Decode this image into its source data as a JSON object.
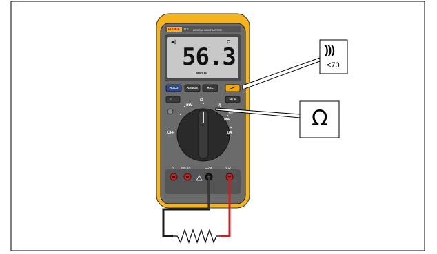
{
  "meter": {
    "brand": "FLUKE",
    "model": "117",
    "model_suffix": "DIGITAL MULTIMETER",
    "display": {
      "reading": "56.3",
      "unit": "Ω",
      "mode": "Manual",
      "beeper_icon": "speaker-icon"
    },
    "buttons": {
      "hold": "HOLD",
      "range": "RANGE",
      "rel": "REL",
      "hz": "Hz %",
      "backlight_icon": "backlight-icon"
    },
    "dial": {
      "off": "OFF",
      "mv": "mV",
      "ohm": "Ω",
      "a": "A",
      "ma": "mA",
      "ua": "μA"
    },
    "jacks": {
      "a": "A",
      "ma": "mA μA",
      "com": "COM",
      "v_ohm": "V Ω"
    }
  },
  "callouts": {
    "continuity_symbol": ")))",
    "continuity_text": "<70",
    "ohm_symbol": "Ω"
  },
  "colors": {
    "meter_yellow": "#f5b41e",
    "meter_gray": "#6b6b6b",
    "lcd": "#c8c8c8",
    "hold_blue": "#2e4a8f",
    "probe_red": "#cc1f1f",
    "probe_black": "#1a1a1a"
  }
}
